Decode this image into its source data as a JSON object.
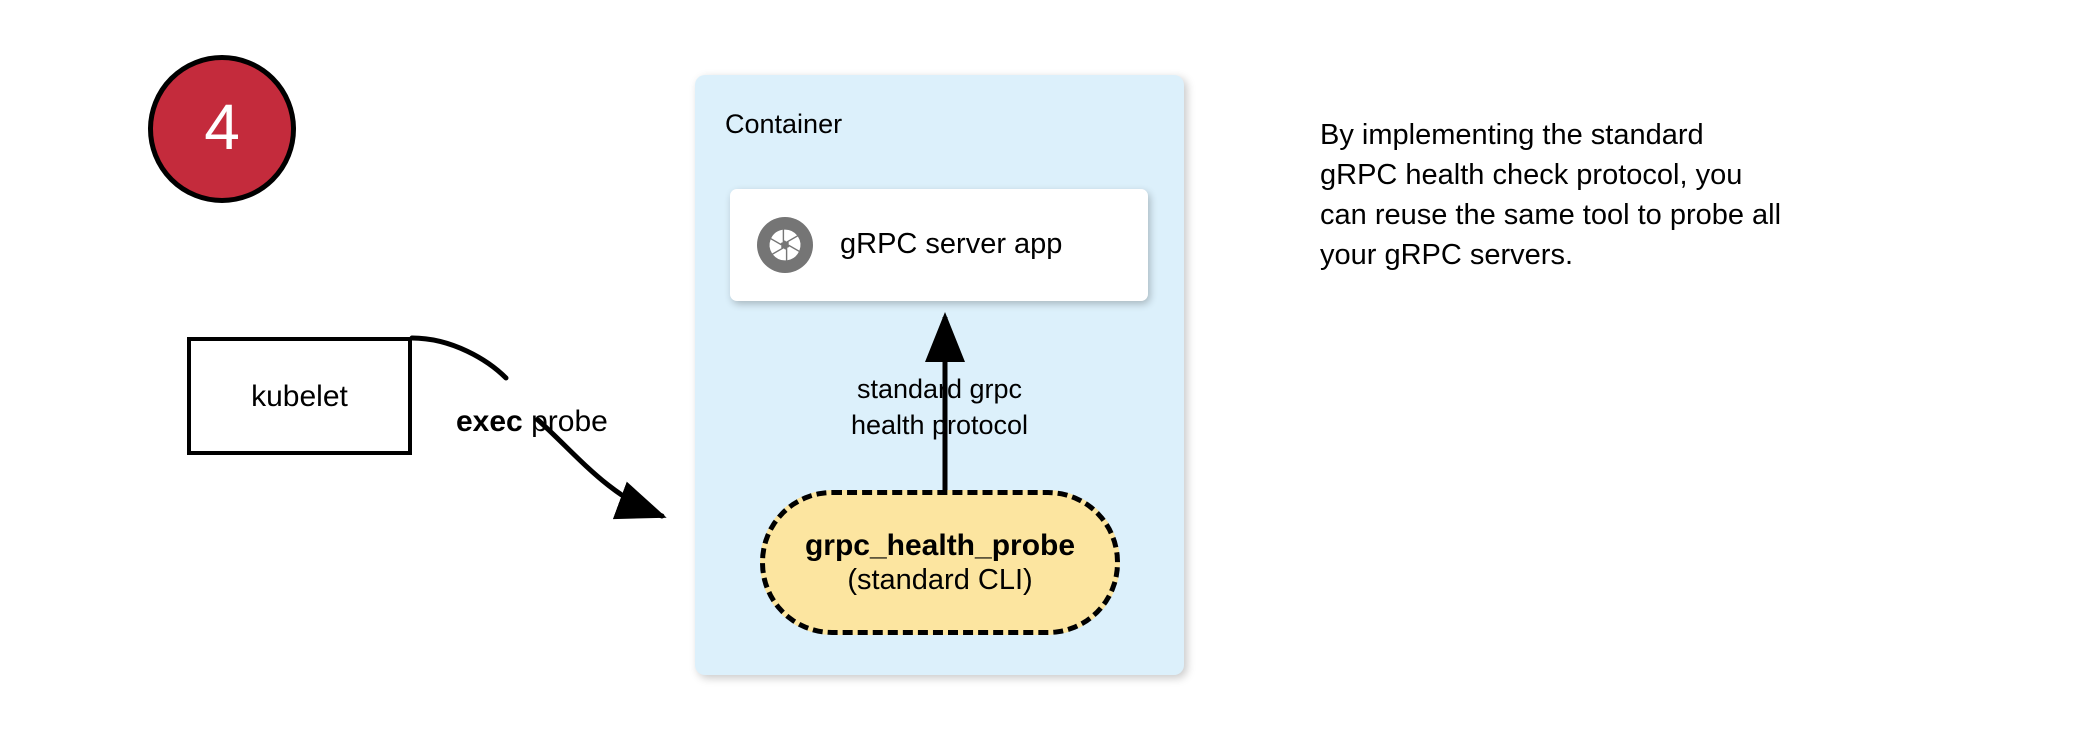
{
  "step": {
    "number": "4",
    "circle_fill": "#c42b3c",
    "number_color": "#ffffff"
  },
  "kubelet": {
    "label": "kubelet"
  },
  "exec_probe": {
    "keyword": "exec",
    "rest": " probe"
  },
  "container": {
    "title": "Container",
    "fill": "#dcf0fb"
  },
  "server_card": {
    "icon": "grpc-aperture-icon",
    "icon_color": "#757575",
    "label": "gRPC server app"
  },
  "protocol_arrow": {
    "line1": "standard grpc",
    "line2": "health protocol",
    "direction": "up"
  },
  "probe_node": {
    "title": "grpc_health_probe",
    "subtitle": "(standard CLI)",
    "fill": "#fce5a0",
    "border_style": "dashed"
  },
  "annotation": {
    "line1": "By implementing the standard",
    "line2": "gRPC health check protocol, you",
    "line3": "can reuse the same tool to probe all",
    "line4": "your gRPC servers."
  }
}
